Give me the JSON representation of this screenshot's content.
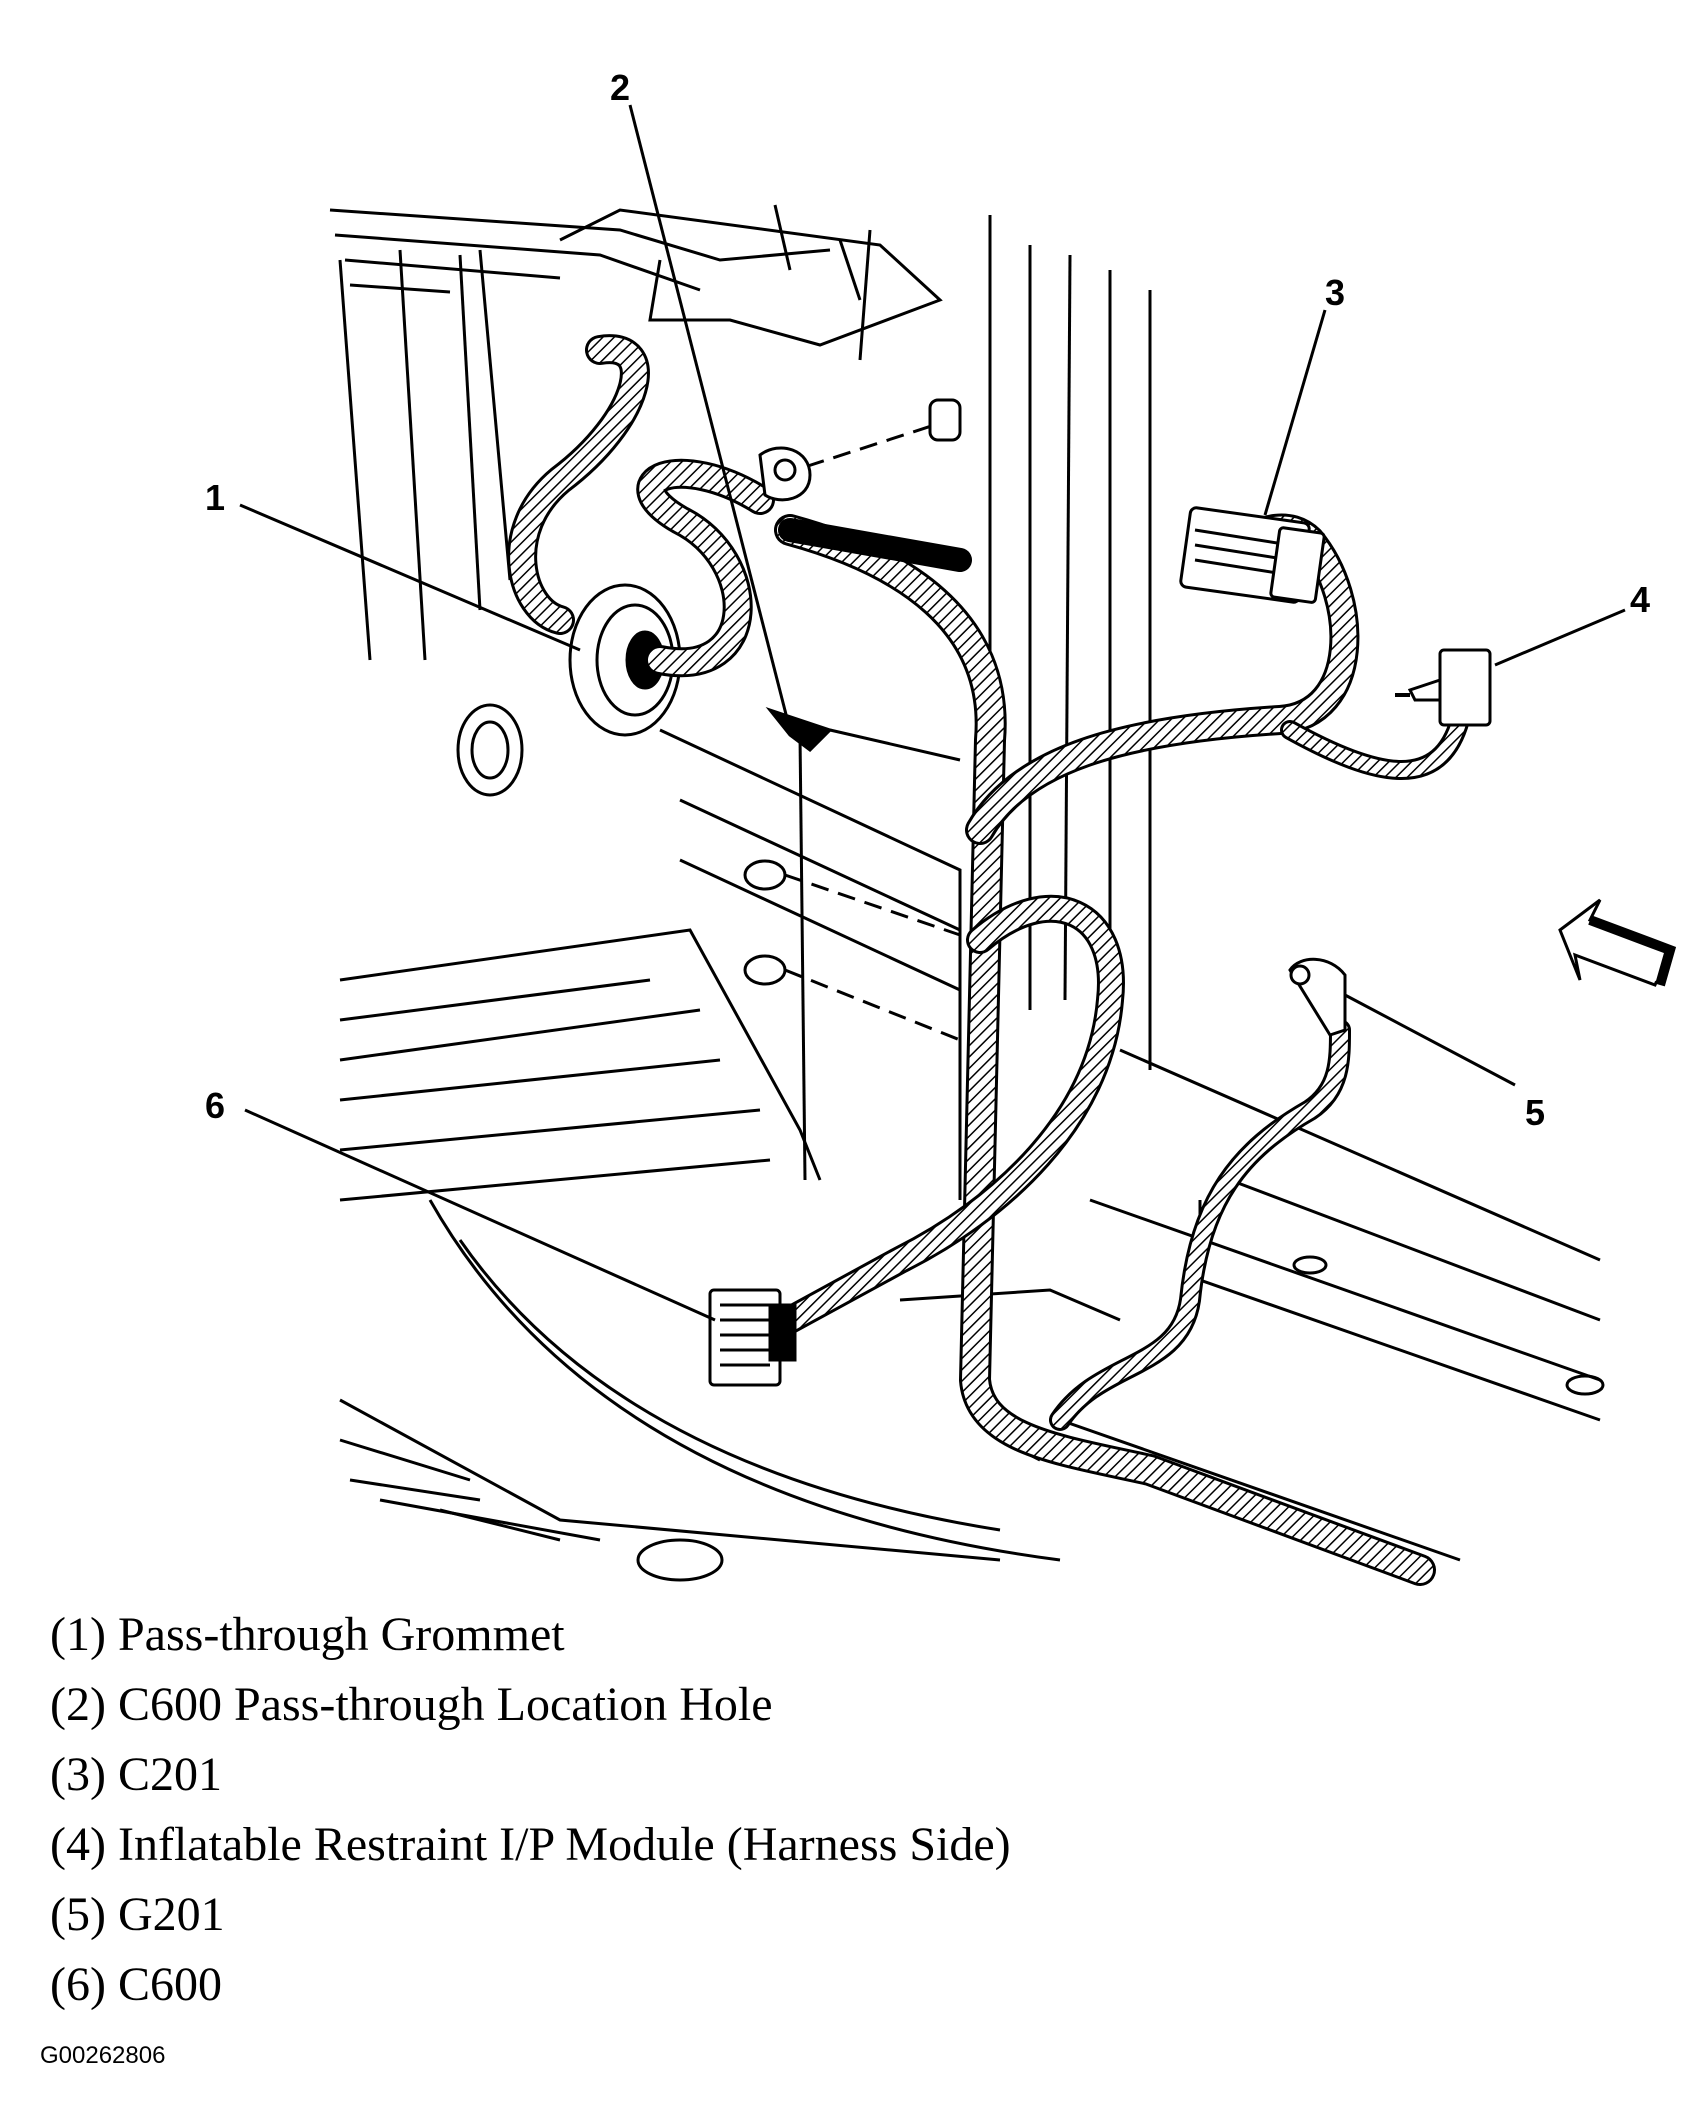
{
  "callouts": [
    {
      "id": "1",
      "label": "1"
    },
    {
      "id": "2",
      "label": "2"
    },
    {
      "id": "3",
      "label": "3"
    },
    {
      "id": "4",
      "label": "4"
    },
    {
      "id": "5",
      "label": "5"
    },
    {
      "id": "6",
      "label": "6"
    }
  ],
  "legend": [
    "(1) Pass-through Grommet",
    "(2) C600 Pass-through Location Hole",
    "(3) C201",
    "(4) Inflatable Restraint I/P Module (Harness Side)",
    "(5) G201",
    "(6) C600"
  ],
  "figure_id": "G00262806"
}
